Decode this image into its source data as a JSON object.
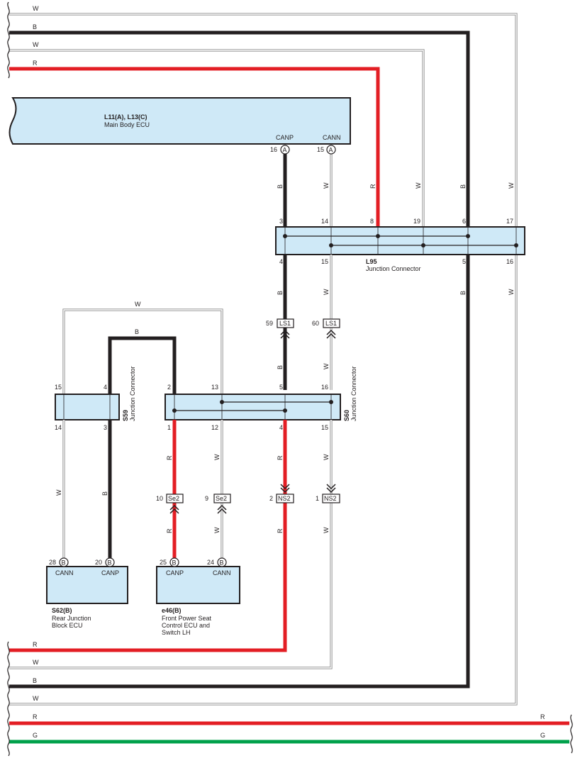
{
  "colors": {
    "black": "#231f20",
    "red": "#e31e24",
    "green": "#00a14b",
    "white_wire": "#8c8c8c",
    "component_fill": "#cfe9f7"
  },
  "wire_colors": {
    "W": "W",
    "B": "B",
    "R": "R",
    "G": "G"
  },
  "components": {
    "main_ecu": {
      "id": "L11(A), L13(C)",
      "name": "Main Body ECU",
      "pin_canp": "CANP",
      "pin_cann": "CANN",
      "pin_canp_no": "16",
      "pin_cann_no": "15",
      "conn_letter": "A"
    },
    "l95": {
      "id": "L95",
      "name": "Junction Connector",
      "top_pins": [
        "3",
        "14",
        "8",
        "19",
        "6",
        "17"
      ],
      "bottom_pins": [
        "4",
        "15",
        "5",
        "16"
      ]
    },
    "s59": {
      "id": "S59",
      "name": "Junction Connector",
      "top_pins": [
        "15",
        "4"
      ],
      "bottom_pins": [
        "14",
        "3"
      ]
    },
    "s60": {
      "id": "S60",
      "name": "Junction Connector",
      "top_pins": [
        "2",
        "13",
        "5",
        "16"
      ],
      "bottom_pins": [
        "1",
        "12",
        "4",
        "15"
      ]
    },
    "s62": {
      "id": "S62(B)",
      "line1": "Rear Junction",
      "line2": "Block ECU",
      "pin_cann": "CANN",
      "pin_canp": "CANP",
      "pin_cann_no": "28",
      "pin_canp_no": "20",
      "conn_letter": "B"
    },
    "e46": {
      "id": "e46(B)",
      "line1": "Front Power Seat",
      "line2": "Control ECU and",
      "line3": "Switch LH",
      "pin_canp": "CANP",
      "pin_cann": "CANN",
      "pin_canp_no": "25",
      "pin_cann_no": "24",
      "conn_letter": "B"
    }
  },
  "inline_connectors": {
    "ls1_a": {
      "label": "LS1",
      "pin": "59"
    },
    "ls1_b": {
      "label": "LS1",
      "pin": "60"
    },
    "se2_a": {
      "label": "Se2",
      "pin": "10"
    },
    "se2_b": {
      "label": "Se2",
      "pin": "9"
    },
    "ns2_a": {
      "label": "NS2",
      "pin": "2"
    },
    "ns2_b": {
      "label": "NS2",
      "pin": "1"
    }
  }
}
